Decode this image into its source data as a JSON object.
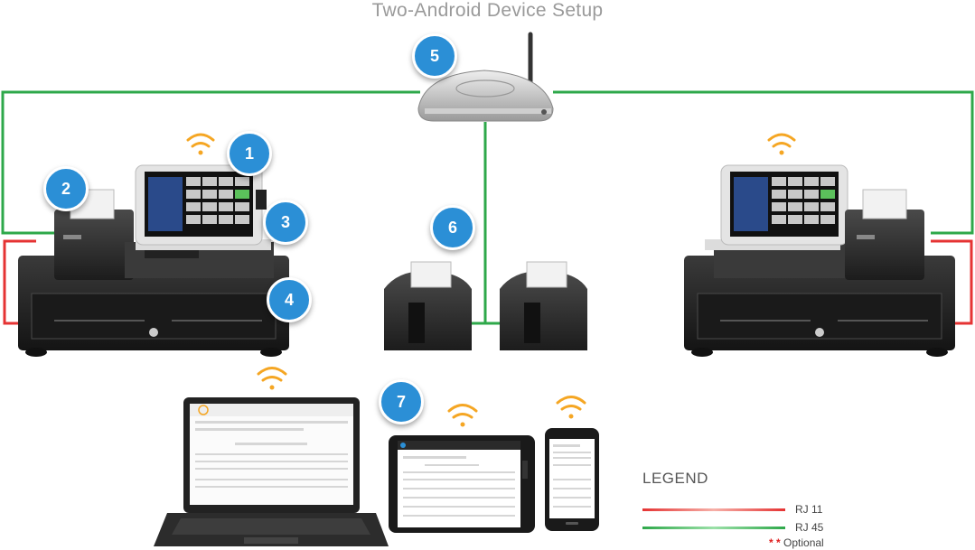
{
  "title": "Two-Android Device Setup",
  "badges": [
    "1",
    "2",
    "3",
    "4",
    "5",
    "6",
    "7"
  ],
  "legend": {
    "title": "LEGEND",
    "items": [
      {
        "label": "RJ 11",
        "color": "#e53333"
      },
      {
        "label": "RJ 45",
        "color": "#2ea84a"
      }
    ],
    "optional_marker": "* *",
    "optional_text": "Optional"
  },
  "colors": {
    "badge": "#2b8fd6",
    "wifi": "#f5a623",
    "drawer": "#2b2b2b",
    "rj11": "#e53333",
    "rj45": "#2ea84a"
  },
  "icons": [
    "router-icon",
    "pos-tablet-icon",
    "receipt-printer-icon",
    "cash-drawer-icon",
    "laptop-icon",
    "tablet-icon",
    "phone-icon",
    "wifi-icon"
  ]
}
